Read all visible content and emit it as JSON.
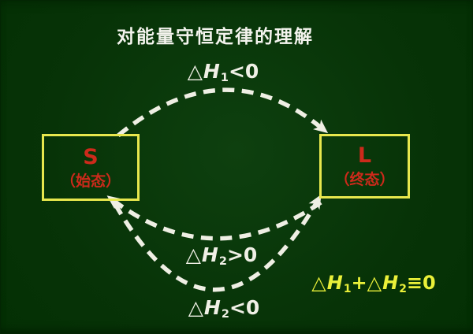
{
  "title": "对能量守恒定律的理解",
  "colors": {
    "background": "#073307",
    "box_border_yellow": "#e7e74d",
    "state_text_red": "#cd2a1b",
    "arrow_and_label_white": "#efefe4",
    "conservation_yellow": "#eaf039"
  },
  "boxes": {
    "initial": {
      "symbol": "S",
      "caption": "（始态）"
    },
    "final": {
      "symbol": "L",
      "caption": "（终态）"
    }
  },
  "formulas": {
    "top": {
      "text": "△H₁<0",
      "parts": [
        [
          "t",
          "△"
        ],
        [
          "h",
          "H"
        ],
        [
          "s",
          "1"
        ],
        [
          "t",
          "<0"
        ]
      ]
    },
    "middle": {
      "text": "△H₂>0",
      "parts": [
        [
          "t",
          "△"
        ],
        [
          "h",
          "H"
        ],
        [
          "s",
          "2"
        ],
        [
          "t",
          ">0"
        ]
      ]
    },
    "bottom": {
      "text": "△H₂<0",
      "parts": [
        [
          "t",
          "△"
        ],
        [
          "h",
          "H"
        ],
        [
          "s",
          "2"
        ],
        [
          "t",
          "<0"
        ]
      ]
    },
    "conservation": {
      "text": "△H₁+△H₂≡0",
      "parts": [
        [
          "t",
          "△"
        ],
        [
          "h",
          "H"
        ],
        [
          "s",
          "1"
        ],
        [
          "t",
          "+△"
        ],
        [
          "h",
          "H"
        ],
        [
          "s",
          "2"
        ],
        [
          "t",
          "≡0"
        ]
      ]
    }
  }
}
